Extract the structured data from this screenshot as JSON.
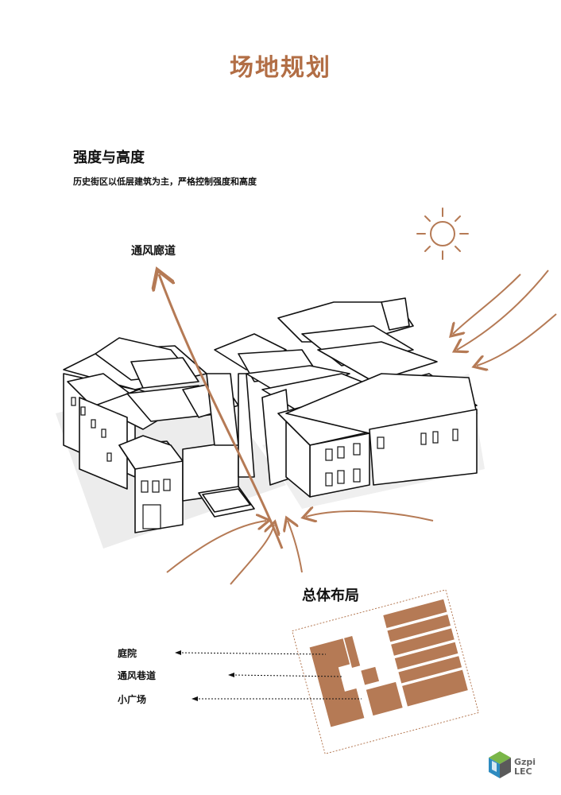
{
  "page_title": "场地规划",
  "intensity": {
    "title": "强度与高度",
    "description": "历史街区以低层建筑为主，严格控制强度和高度"
  },
  "ventilation_label": "通风廊道",
  "layout": {
    "title": "总体布局",
    "legend": [
      "庭院",
      "通风巷道",
      "小广场"
    ]
  },
  "logo": {
    "line1": "Gzpi",
    "line2": "LEC"
  },
  "colors": {
    "accent": "#b26e45",
    "block": "#b57a55",
    "line": "#111111"
  },
  "icons": [
    "sun-icon",
    "logo-cube-icon"
  ]
}
